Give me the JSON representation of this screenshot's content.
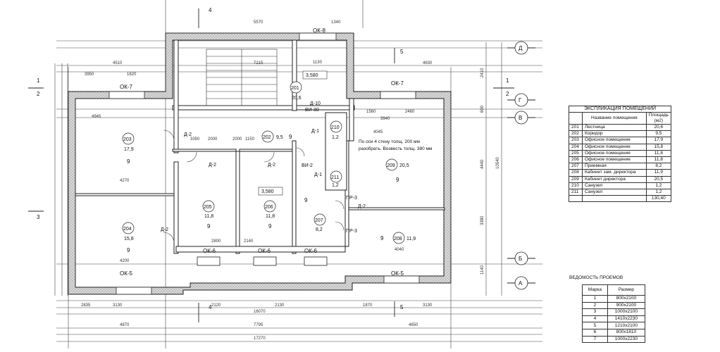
{
  "window_labels": {
    "ok8": "ОК-8",
    "ok7_left": "ОК-7",
    "ok7_right": "ОК-7",
    "ok6_1": "ОК-6",
    "ok6_2": "ОК-6",
    "ok6_3": "ОК-6",
    "ok5_left": "ОК-5",
    "ok5_right": "ОК-5"
  },
  "axes": {
    "d": "Д",
    "g": "Г",
    "v": "В",
    "b": "Б",
    "a": "А",
    "n1": "1",
    "n2": "2",
    "n3": "3",
    "n4": "4",
    "n5": "5"
  },
  "rooms": [
    {
      "num": "201",
      "area": "20,6"
    },
    {
      "num": "202",
      "area": "9,5"
    },
    {
      "num": "203",
      "area": "17,9"
    },
    {
      "num": "204",
      "area": "15,8"
    },
    {
      "num": "205",
      "area": "11,8"
    },
    {
      "num": "206",
      "area": "11,8"
    },
    {
      "num": "207",
      "area": "8,2"
    },
    {
      "num": "208",
      "area": "11,9"
    },
    {
      "num": "209",
      "area": "20,5"
    },
    {
      "num": "210",
      "area": "1,2"
    },
    {
      "num": "211",
      "area": "1,2"
    }
  ],
  "finish_code": "9",
  "doors": {
    "d2": "Д-2",
    "d1": "Д-1",
    "d10": "Д-10",
    "vi2": "ВИ-2",
    "vi30": "ВИ-30",
    "pr3": "ПР-3"
  },
  "levels": {
    "l1": "3,580",
    "l2": "3,580"
  },
  "note_lines": [
    "По оси 4 стену толщ. 200 мм",
    "разобрать. Возвесть толщ. 380 мм"
  ],
  "dims": {
    "top_a": "5570",
    "top_b": "1340",
    "top_c": "4510",
    "top_d": "7215",
    "top_e": "4630",
    "r1": "3950",
    "r2": "1620",
    "r3": "1130",
    "r4": "1560",
    "r5": "2460",
    "r6": "4945",
    "r7": "4045",
    "r8": "4270",
    "r9": "4200",
    "r10": "3350",
    "r11": "2000",
    "r12": "2000",
    "r13": "1150",
    "r14": "3940",
    "r15": "4040",
    "r16": "2140",
    "r17": "2800",
    "b1": "2835",
    "b2": "3130",
    "b3": "2120",
    "b4": "2130",
    "b5": "1870",
    "b6": "3130",
    "b7": "16070",
    "b8": "4870",
    "b9": "7795",
    "b10": "4650",
    "b11": "17270",
    "side1": "2410",
    "side2": "600",
    "side3": "4440",
    "side4": "3380",
    "side5": "10540",
    "side6": "1140"
  },
  "explication": {
    "title": "ЭКСПЛИКАЦИЯ ПОМЕЩЕНИЙ",
    "head_name": "Название помещения",
    "head_area_1": "Площадь",
    "head_area_2": "(м2)",
    "rows": [
      {
        "n": "201",
        "name": "Лестница",
        "area": "20,6"
      },
      {
        "n": "202",
        "name": "Коридор",
        "area": "9,5"
      },
      {
        "n": "203",
        "name": "Офисное помещение",
        "area": "17,9"
      },
      {
        "n": "204",
        "name": "Офисное помещение",
        "area": "15,8"
      },
      {
        "n": "205",
        "name": "Офисное помещение",
        "area": "11,8"
      },
      {
        "n": "206",
        "name": "Офисное помещение",
        "area": "11,8"
      },
      {
        "n": "207",
        "name": "Приемная",
        "area": "8,2"
      },
      {
        "n": "208",
        "name": "Кабинет зам. директора",
        "area": "11,9"
      },
      {
        "n": "209",
        "name": "Кабинет директора",
        "area": "20,5"
      },
      {
        "n": "210",
        "name": "Санузел",
        "area": "1,2"
      },
      {
        "n": "211",
        "name": "Санузел",
        "area": "1,2"
      }
    ],
    "total": "130,40"
  },
  "openings": {
    "title": "ВЕДОМОСТЬ ПРОЕМОВ",
    "head_mark": "Марка",
    "head_size": "Размер",
    "rows": [
      {
        "m": "1",
        "s": "800x2100"
      },
      {
        "m": "2",
        "s": "900x2100"
      },
      {
        "m": "3",
        "s": "1000x2100"
      },
      {
        "m": "4",
        "s": "1410x2230"
      },
      {
        "m": "5",
        "s": "1210x2100"
      },
      {
        "m": "6",
        "s": "800x1810"
      },
      {
        "m": "7",
        "s": "1000x2230"
      }
    ]
  }
}
